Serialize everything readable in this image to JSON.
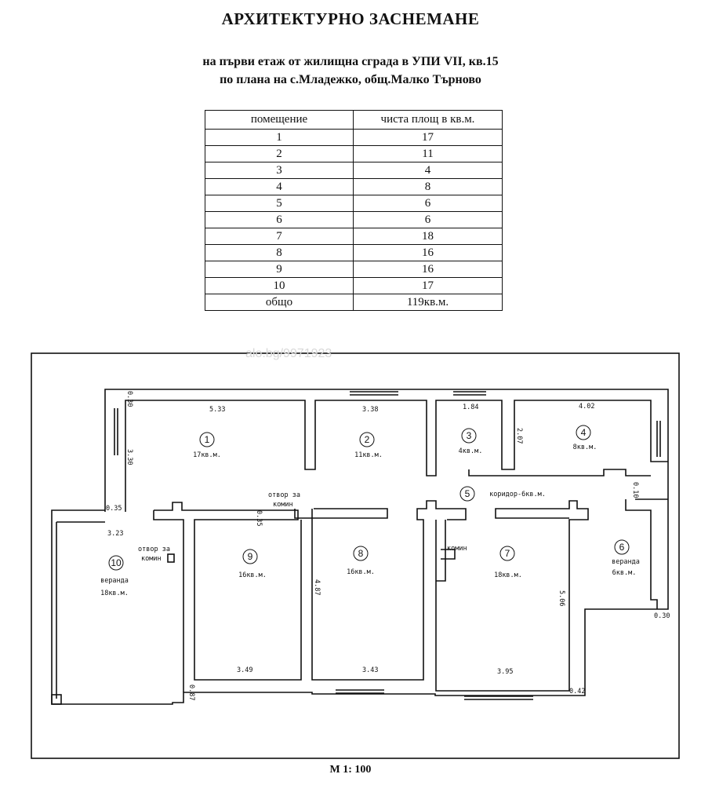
{
  "header": {
    "title": "АРХИТЕКТУРНО ЗАСНЕМАНЕ",
    "subtitle_line1": "на първи етаж от жилищна сграда в УПИ VII, кв.15",
    "subtitle_line2": "по плана на с.Младежко, общ.Малко Търново"
  },
  "table": {
    "col_room": "помещение",
    "col_area": "чиста площ в кв.м.",
    "rows": [
      {
        "room": "1",
        "area": "17"
      },
      {
        "room": "2",
        "area": "11"
      },
      {
        "room": "3",
        "area": "4"
      },
      {
        "room": "4",
        "area": "8"
      },
      {
        "room": "5",
        "area": "6"
      },
      {
        "room": "6",
        "area": "6"
      },
      {
        "room": "7",
        "area": "18"
      },
      {
        "room": "8",
        "area": "16"
      },
      {
        "room": "9",
        "area": "16"
      },
      {
        "room": "10",
        "area": "17"
      }
    ],
    "total_label": "общо",
    "total_value": "119кв.м."
  },
  "watermark": "alo.bg/9971923",
  "plan": {
    "rooms": [
      {
        "num": "1",
        "area": "17кв.м.",
        "name": ""
      },
      {
        "num": "2",
        "area": "11кв.м.",
        "name": ""
      },
      {
        "num": "3",
        "area": "4кв.м.",
        "name": ""
      },
      {
        "num": "4",
        "area": "8кв.м.",
        "name": ""
      },
      {
        "num": "5",
        "area": "",
        "name": "коридор-6кв.м."
      },
      {
        "num": "6",
        "area": "6кв.м.",
        "name": "веранда"
      },
      {
        "num": "7",
        "area": "18кв.м.",
        "name": ""
      },
      {
        "num": "8",
        "area": "16кв.м.",
        "name": ""
      },
      {
        "num": "9",
        "area": "16кв.м.",
        "name": ""
      },
      {
        "num": "10",
        "area": "18кв.м.",
        "name": "веранда"
      }
    ],
    "dims": {
      "d_030_top": "0.30",
      "d_533": "5.33",
      "d_338": "3.38",
      "d_184": "1.84",
      "d_402": "4.02",
      "d_330": "3.30",
      "d_207": "2.07",
      "d_035_left": "0.35",
      "d_323": "3.23",
      "d_035_mid": "0.35",
      "d_010": "0.10",
      "d_487": "4.87",
      "d_506": "5.06",
      "d_349": "3.49",
      "d_343": "3.43",
      "d_395": "3.95",
      "d_087": "0.87",
      "d_042": "0.42",
      "d_030_right": "0.30"
    },
    "notes": {
      "opening_chimney_a": "отвор за",
      "opening_chimney_b": "комин",
      "opening_chimney_left_a": "отвор за",
      "opening_chimney_left_b": "комин",
      "chimney": "комин"
    }
  },
  "scale": "М 1: 100"
}
